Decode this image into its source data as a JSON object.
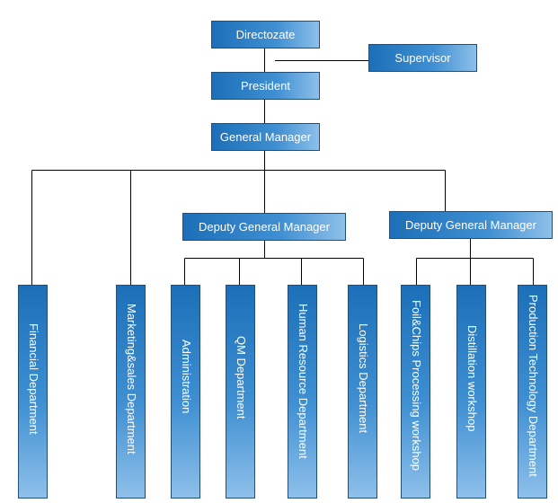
{
  "chart": {
    "top_nodes": {
      "directorate": "Directozate",
      "supervisor": "Supervisor",
      "president": "President",
      "general_manager": "General Manager"
    },
    "deputies": [
      "Deputy General Manager",
      "Deputy General Manager"
    ],
    "departments": [
      "Financial Department",
      "Marketing&sales Department",
      "Administration",
      "QM Department",
      "Human Resource Department",
      "Logistics Department",
      "Foil&Chips Processing workshop",
      "Distillation workshop",
      "Production Technology Department"
    ]
  },
  "colors": {
    "box_fill": "#2b7dc7",
    "box_border": "#1f4f7a",
    "text": "#ffffff",
    "line": "#000000"
  }
}
